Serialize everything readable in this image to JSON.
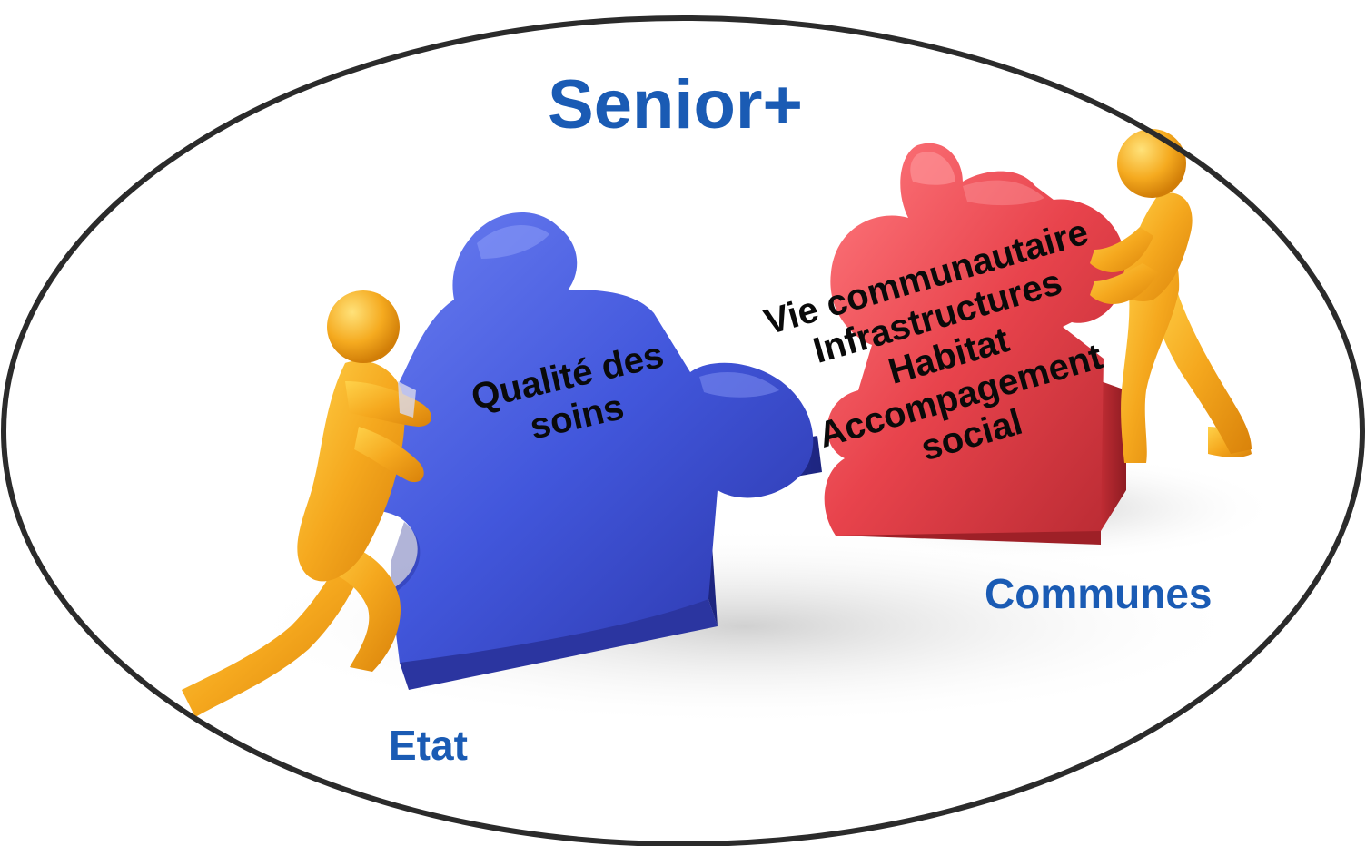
{
  "diagram": {
    "title": "Senior+",
    "left_partner": "Etat",
    "right_partner": "Communes",
    "blue_piece": {
      "lines": [
        "Qualité des",
        "soins"
      ]
    },
    "red_piece": {
      "lines": [
        "Vie communautaire",
        "Infrastructures",
        "Habitat",
        "Accompagement",
        "social"
      ]
    }
  },
  "colors": {
    "title_text": "#1a5bb4",
    "piece_text": "#0a0a0a",
    "blue_piece": "#4a5de0",
    "red_piece": "#e8474f",
    "figures": "#f5a623",
    "ellipse_stroke": "#2b2b2b"
  }
}
